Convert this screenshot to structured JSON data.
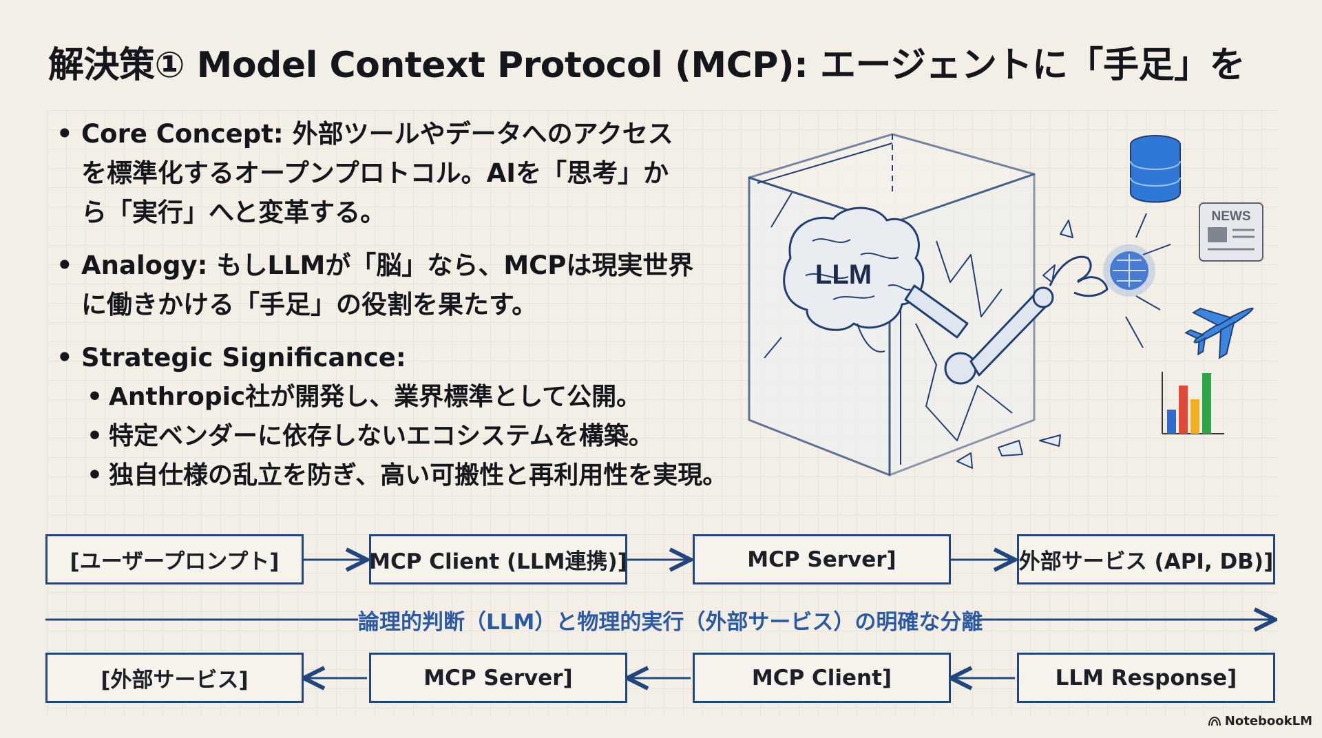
{
  "title": "解決策① Model Context Protocol (MCP): エージェントに「手足」を",
  "bullets": [
    {
      "label": "Core Concept:",
      "lines": [
        "外部ツールやデータへのアクセス",
        "を標準化するオープンプロトコル。AIを「思考」か",
        "ら「実行」へと変革する。"
      ]
    },
    {
      "label": "Analogy:",
      "lines": [
        "もしLLMが「脳」なら、MCPは現実世界",
        "に働きかける「手足」の役割を果たす。"
      ]
    },
    {
      "label": "Strategic Significance:",
      "subs": [
        "Anthropic社が開発し、業界標準として公開。",
        "特定ベンダーに依存しないエコシステムを構築。",
        "独自仕様の乱立を防ぎ、高い可搬性と再利用性を実現。"
      ]
    }
  ],
  "illustration": {
    "brain_label": "LLM",
    "news_label": "NEWS",
    "icons": [
      "database-icon",
      "newspaper-icon",
      "airplane-icon",
      "bar-chart-icon",
      "globe-icon"
    ]
  },
  "flow": {
    "request": [
      "[ユーザープロンプト]",
      "MCP Client (LLM連携)]",
      "MCP Server]",
      "外部サービス (API, DB)]"
    ],
    "separation": "論理的判断（LLM）と物理的実行（外部サービス）の明確な分離",
    "response": [
      "[外部サービス]",
      "MCP Server]",
      "MCP Client]",
      "LLM Response]"
    ]
  },
  "brand": "NotebookLM",
  "colors": {
    "accent": "#21467e",
    "label_blue": "#2b5aa3",
    "background": "#f3efe7"
  }
}
